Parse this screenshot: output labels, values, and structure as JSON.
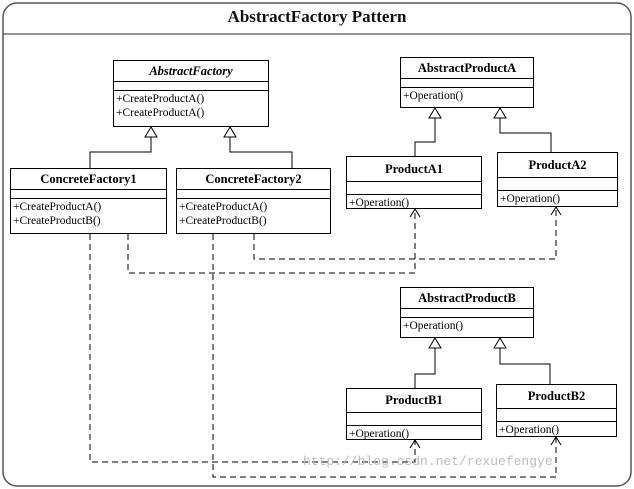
{
  "title": "AbstractFactory Pattern",
  "watermark": "http://blog.csdn.net/rexuefengye",
  "classes": {
    "abstract_factory": {
      "name": "AbstractFactory",
      "ops": [
        "+CreateProductA()",
        "+CreateProductA()"
      ]
    },
    "concrete_factory1": {
      "name": "ConcreteFactory1",
      "ops": [
        "+CreateProductA()",
        "+CreateProductB()"
      ]
    },
    "concrete_factory2": {
      "name": "ConcreteFactory2",
      "ops": [
        "+CreateProductA()",
        "+CreateProductB()"
      ]
    },
    "abstract_product_a": {
      "name": "AbstractProductA",
      "ops": [
        "+Operation()"
      ]
    },
    "product_a1": {
      "name": "ProductA1",
      "ops": [
        "+Operation()"
      ]
    },
    "product_a2": {
      "name": "ProductA2",
      "ops": [
        "+Operation()"
      ]
    },
    "abstract_product_b": {
      "name": "AbstractProductB",
      "ops": [
        "+Operation()"
      ]
    },
    "product_b1": {
      "name": "ProductB1",
      "ops": [
        "+Operation()"
      ]
    },
    "product_b2": {
      "name": "ProductB2",
      "ops": [
        "+Operation()"
      ]
    }
  },
  "relations": [
    {
      "type": "generalization",
      "from": "ConcreteFactory1",
      "to": "AbstractFactory"
    },
    {
      "type": "generalization",
      "from": "ConcreteFactory2",
      "to": "AbstractFactory"
    },
    {
      "type": "generalization",
      "from": "ProductA1",
      "to": "AbstractProductA"
    },
    {
      "type": "generalization",
      "from": "ProductA2",
      "to": "AbstractProductA"
    },
    {
      "type": "generalization",
      "from": "ProductB1",
      "to": "AbstractProductB"
    },
    {
      "type": "generalization",
      "from": "ProductB2",
      "to": "AbstractProductB"
    },
    {
      "type": "dependency",
      "from": "ConcreteFactory1",
      "to": "ProductA1"
    },
    {
      "type": "dependency",
      "from": "ConcreteFactory1",
      "to": "ProductB1"
    },
    {
      "type": "dependency",
      "from": "ConcreteFactory2",
      "to": "ProductA2"
    },
    {
      "type": "dependency",
      "from": "ConcreteFactory2",
      "to": "ProductB2"
    }
  ]
}
